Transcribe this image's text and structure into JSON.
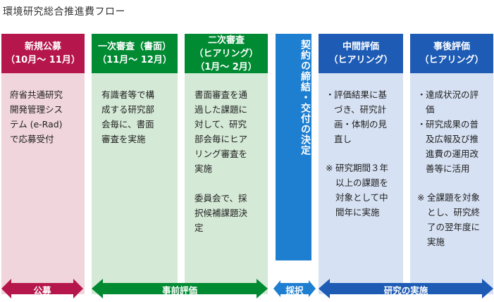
{
  "title": "環境研究総合推進費フロー",
  "columns": [
    {
      "header": [
        "新規公募",
        "（10月〜 11月）"
      ],
      "body": [
        "府省共通研究",
        "開発管理シス",
        "テム (e-Rad)",
        "で応募受付"
      ]
    },
    {
      "header": [
        "一次審査（書面）",
        "（11月〜 12月）"
      ],
      "body": [
        "有識者等で構",
        "成する研究部",
        "会毎に、書面",
        "審査を実施"
      ]
    },
    {
      "header": [
        "二次審査",
        "（ヒアリング）",
        "（1月〜 2月）"
      ],
      "body1": [
        "書面審査を通",
        "過した課題に",
        "対して、研究",
        "部会毎にヒア",
        "リング審査を",
        "実施"
      ],
      "body2": [
        "委員会で、採",
        "択候補課題決",
        "定"
      ]
    },
    {
      "vertical": "契約の締結・交付の決定"
    },
    {
      "header": [
        "中間評価",
        "（ヒアリング）"
      ],
      "item_mark": "・",
      "item": [
        "評価結果に基",
        "づき、研究計",
        "画・体制の見",
        "直し"
      ],
      "note_mark": "※",
      "note": [
        "研究期間３年",
        "以上の課題を",
        "対象として中",
        "間年に実施"
      ]
    },
    {
      "header": [
        "事後評価",
        "（ヒアリング）"
      ],
      "item_mark": "・",
      "item1": [
        "達成状況の評",
        "価"
      ],
      "item2": [
        "研究成果の普",
        "及広報及び推",
        "進費の運用改",
        "善等に活用"
      ],
      "note_mark": "※",
      "note": [
        "全課題を対象",
        "とし、研究終",
        "了の翌年度に",
        "実施"
      ]
    }
  ],
  "arrows": [
    {
      "label": "公募",
      "color": "#b5164b"
    },
    {
      "label": "事前評価",
      "color": "#008a32"
    },
    {
      "label": "採択",
      "color": "#1e7fd1"
    },
    {
      "label": "研究の実施",
      "color": "#1d5bb5"
    }
  ]
}
